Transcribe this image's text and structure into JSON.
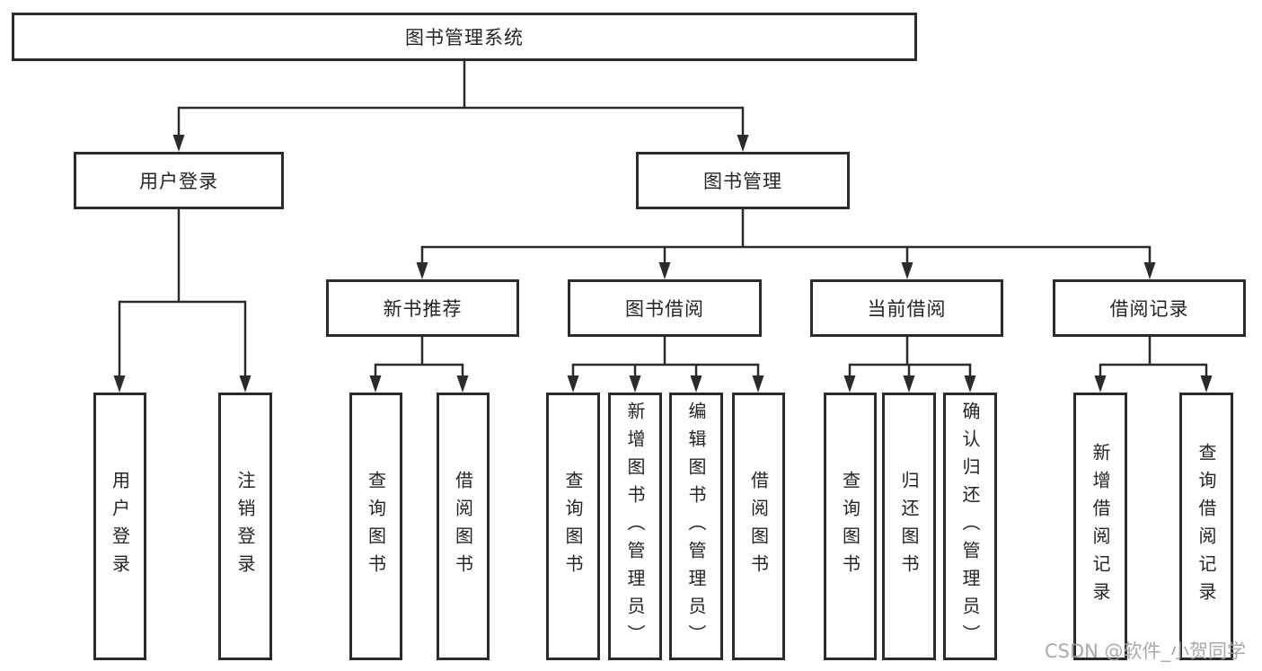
{
  "colors": {
    "line": "#2b2b2b",
    "box_border": "#2b2b2b",
    "box_fill": "#ffffff",
    "text": "#242424",
    "watermark": "#a3a3a3"
  },
  "root": {
    "label": "图书管理系统"
  },
  "level2": {
    "user_login": "用户登录",
    "book_mgmt": "图书管理"
  },
  "level3": {
    "new_book_rec": "新书推荐",
    "book_borrow": "图书借阅",
    "current_borrow": "当前借阅",
    "borrow_record": "借阅记录"
  },
  "leaves": {
    "user_login": "用户登录",
    "logout": "注销登录",
    "nb_query_books": "查询图书",
    "nb_borrow_books": "借阅图书",
    "bb_query_books": "查询图书",
    "bb_add_books": "新增图书（管理员）",
    "bb_edit_books": "编辑图书（管理员）",
    "bb_borrow_books": "借阅图书",
    "cb_query_books": "查询图书",
    "cb_return_books": "归还图书",
    "cb_confirm_return": "确认归还（管理员）",
    "br_add_record": "新增借阅记录",
    "br_query_record": "查询借阅记录"
  },
  "watermark": {
    "text": "CSDN @软件_小贺同学"
  }
}
